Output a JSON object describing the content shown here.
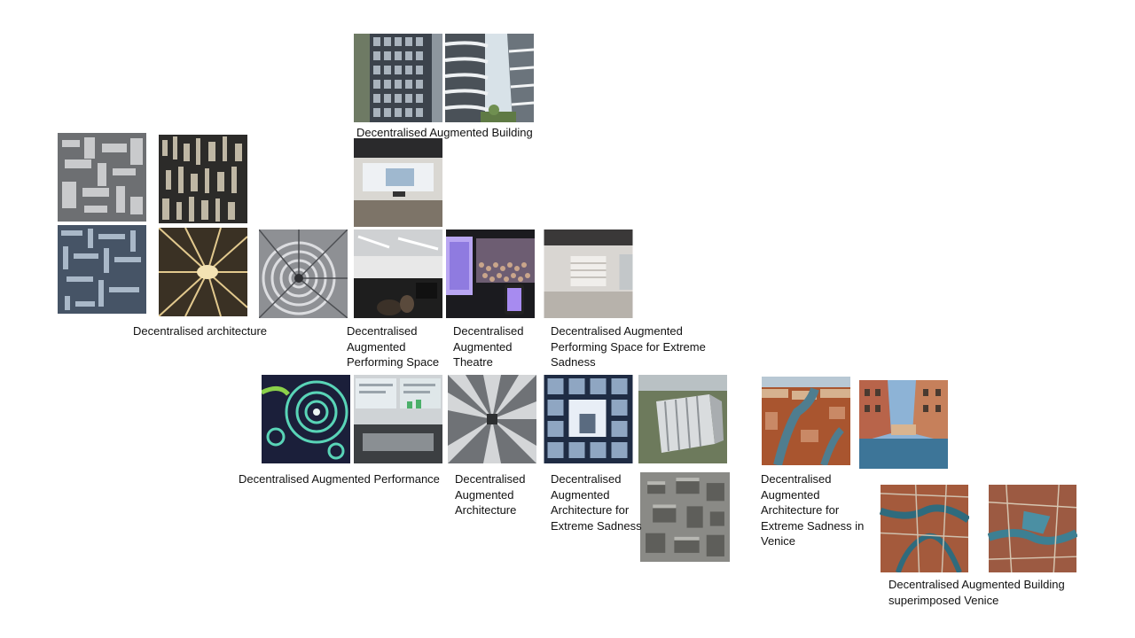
{
  "captions": {
    "building": "Decentralised Augmented Building",
    "architecture": "Decentralised architecture",
    "performing_space": "Decentralised Augmented Performing Space",
    "theatre": "Decentralised Augmented Theatre",
    "performing_space_sadness": "Decentralised Augmented Performing Space for Extreme Sadness",
    "performance": "Decentralised Augmented Performance",
    "aug_architecture": "Decentralised Augmented Architecture",
    "aug_architecture_sadness": "Decentralised Augmented Architecture for Extreme Sadness",
    "aug_architecture_sadness_venice": "Decentralised Augmented Architecture for Extreme Sadness in Venice",
    "building_venice": "Decentralised Augmented Building superimposed Venice"
  },
  "images": [
    {
      "name": "building-facade-image",
      "subject": "grey glass tower facade"
    },
    {
      "name": "building-balconies-image",
      "subject": "curved balconies with greenery"
    },
    {
      "name": "exhibition-room-image",
      "subject": "white room with projection screen"
    },
    {
      "name": "maze-architecture-image-1",
      "subject": "grey maze structure"
    },
    {
      "name": "maze-architecture-image-2",
      "subject": "dense tower grid"
    },
    {
      "name": "blue-maze-image",
      "subject": "blue-grey maze"
    },
    {
      "name": "gold-tunnel-image",
      "subject": "golden tunnel"
    },
    {
      "name": "grey-vortex-image",
      "subject": "grey cellular vortex"
    },
    {
      "name": "performing-space-image",
      "subject": "studio with seated people"
    },
    {
      "name": "theatre-image",
      "subject": "audience with screens"
    },
    {
      "name": "sadness-performing-space-image",
      "subject": "white gallery with shelves"
    },
    {
      "name": "circles-art-image",
      "subject": "concentric circles on dark"
    },
    {
      "name": "control-panel-image",
      "subject": "screens and equipment"
    },
    {
      "name": "aug-architecture-image",
      "subject": "grey cubes vortex"
    },
    {
      "name": "sadness-architecture-image-1",
      "subject": "blue grid of cells"
    },
    {
      "name": "sadness-architecture-image-2",
      "subject": "building on landscape"
    },
    {
      "name": "sadness-architecture-image-3",
      "subject": "grey urban blocks"
    },
    {
      "name": "venice-aerial-image",
      "subject": "Venice canal aerial"
    },
    {
      "name": "venice-canal-image",
      "subject": "Venice canal street"
    },
    {
      "name": "venice-map-image-1",
      "subject": "Venice aerial map"
    },
    {
      "name": "venice-map-image-2",
      "subject": "Venice aerial map"
    }
  ]
}
